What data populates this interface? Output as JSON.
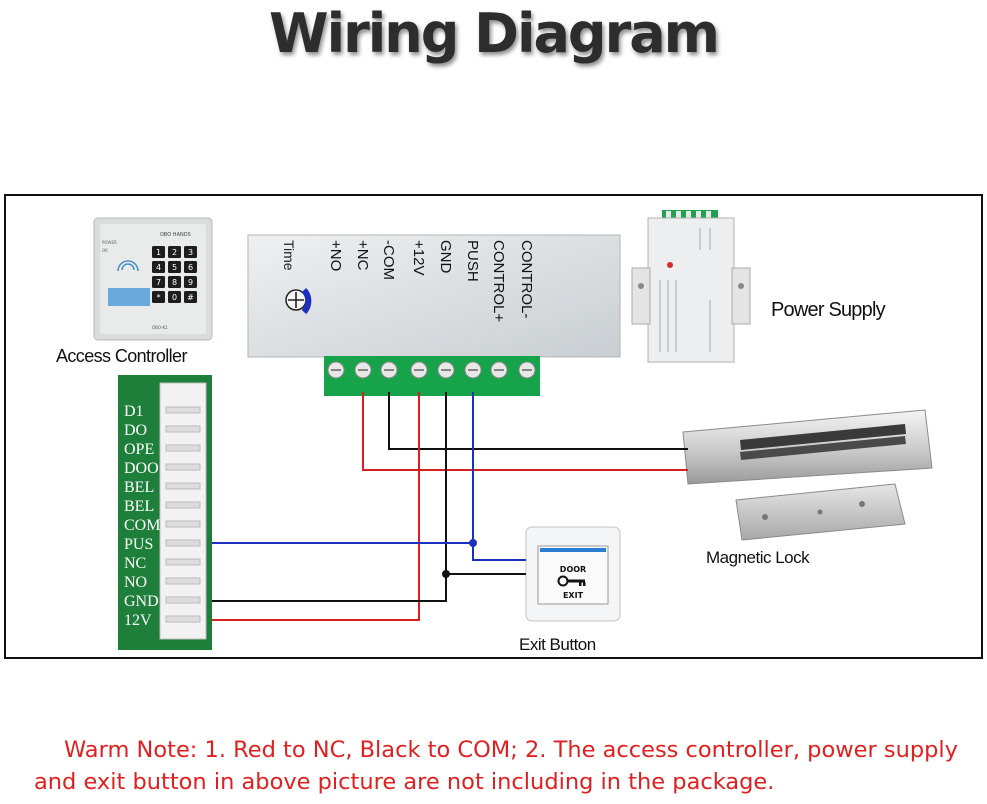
{
  "title": "Wiring Diagram",
  "components": {
    "access_controller": "Access Controller",
    "power_supply": "Power Supply",
    "magnetic_lock": "Magnetic Lock",
    "exit_button": "Exit Button"
  },
  "keypad": {
    "brand": "OBO HANDS",
    "model": "OBO-K1",
    "indicators": [
      "POWER",
      "OK"
    ],
    "keys": [
      "1",
      "2",
      "3",
      "4",
      "5",
      "6",
      "7",
      "8",
      "9",
      "*",
      "0",
      "#"
    ]
  },
  "supply_unit": {
    "time_label": "Time",
    "terminals": [
      "+NO",
      "+NC",
      "-COM",
      "+12V",
      "GND",
      "PUSH",
      "CONTROL+",
      "CONTROL-"
    ]
  },
  "board_pins": [
    "D1",
    "DO",
    "OPE",
    "DOO",
    "BEL",
    "BEL",
    "COM",
    "PUS",
    "NC",
    "NO",
    "GND",
    "12V"
  ],
  "exit_button_plate": {
    "top": "DOOR",
    "bottom": "EXIT"
  },
  "wire_colors": {
    "red": "#d81e1e",
    "black": "#111111",
    "blue": "#1c2fbf"
  },
  "note": {
    "line1": "Warm Note: 1. Red  to NC, Black to COM;  2. The access controller, power supply",
    "line2": "and exit button in above picture are not including in the package."
  }
}
